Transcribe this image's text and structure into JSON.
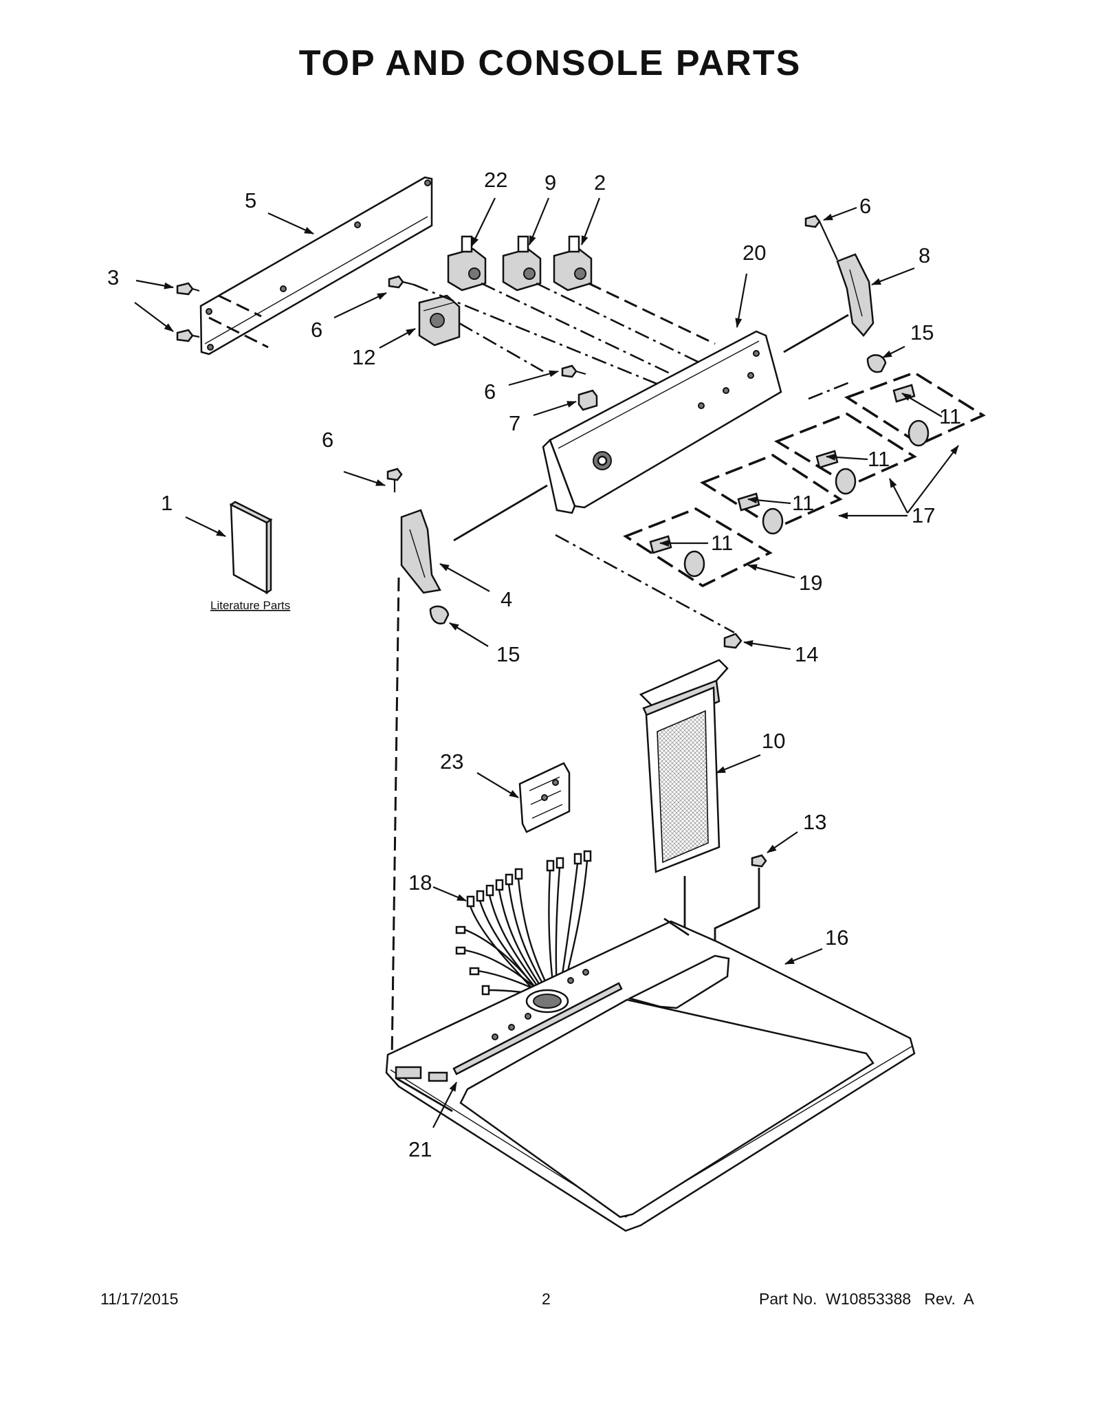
{
  "title": "TOP AND CONSOLE PARTS",
  "footer": {
    "date": "11/17/2015",
    "page": "2",
    "part_number": "Part No.  W10853388   Rev.  A"
  },
  "literature_label": "Literature Parts",
  "callouts": {
    "c1": "1",
    "c2": "2",
    "c3": "3",
    "c4": "4",
    "c5": "5",
    "c6a": "6",
    "c6b": "6",
    "c6c": "6",
    "c6d": "6",
    "c7": "7",
    "c8": "8",
    "c9": "9",
    "c10": "10",
    "c11a": "11",
    "c11b": "11",
    "c11c": "11",
    "c11d": "11",
    "c12": "12",
    "c13": "13",
    "c14": "14",
    "c15a": "15",
    "c15b": "15",
    "c16": "16",
    "c17": "17",
    "c18": "18",
    "c19": "19",
    "c20": "20",
    "c21": "21",
    "c22": "22",
    "c23": "23"
  }
}
